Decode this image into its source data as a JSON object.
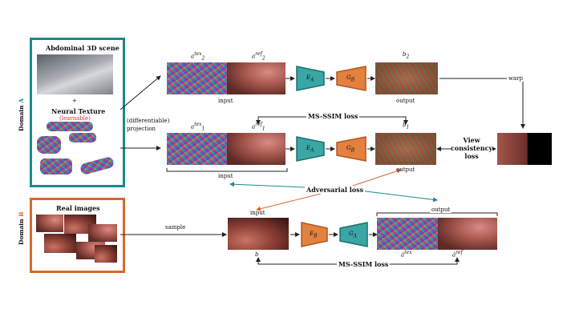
{
  "domain_a": {
    "label_prefix": "Domain",
    "label_letter": "A",
    "scene_title": "Abdominal 3D scene",
    "plus": "+",
    "texture_title": "Neural Texture",
    "texture_note": "(learnable)"
  },
  "domain_b": {
    "label_prefix": "Domain",
    "label_letter": "B",
    "title": "Real images"
  },
  "row1": {
    "tex_label": "a",
    "tex_sup": "tex",
    "tex_sub": "2",
    "ref_label": "a",
    "ref_sup": "ref",
    "ref_sub": "2",
    "input_label": "input",
    "output_label": "output",
    "out_label": "b",
    "out_sub": "2",
    "warp": "warp"
  },
  "row2": {
    "projection": "(differentiable)\nprojection",
    "tex_label": "a",
    "tex_sup": "tex",
    "tex_sub": "1",
    "ref_label": "a",
    "ref_sup": "ref",
    "ref_sub": "1",
    "input_label": "input",
    "output_label": "output",
    "out_label": "b",
    "out_sub": "1",
    "msssim": "MS-SSIM loss",
    "view_loss": "View\nconsistency\nloss"
  },
  "adversarial": "Adversarial loss",
  "row3": {
    "sample": "sample",
    "input_label": "input",
    "output_label": "output",
    "in_label": "b",
    "tex_label": "â",
    "tex_sup": "tex",
    "ref_label": "â",
    "ref_sup": "ref",
    "msssim": "MS-SSIM loss"
  },
  "networks": {
    "ea": "E",
    "ea_sub": "A",
    "gb": "G",
    "gb_sub": "B",
    "eb": "E",
    "eb_sub": "B",
    "ga": "G",
    "ga_sub": "A"
  },
  "colors": {
    "teal": "#1b8a8a",
    "orange": "#d9692e",
    "teal_fill": "#3aa6a6",
    "orange_fill": "#e3813f"
  }
}
